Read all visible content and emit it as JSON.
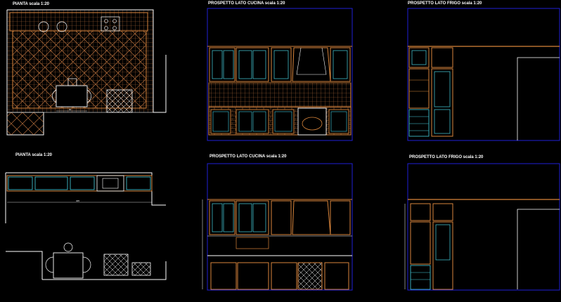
{
  "sheet": {
    "views": [
      {
        "id": "plan_top",
        "title": "PIANTA scala 1:20"
      },
      {
        "id": "elev_kitchen_top",
        "title": "PROSPETTO LATO CUCINA scala 1:20"
      },
      {
        "id": "elev_fridge_top",
        "title": "PROSPETTO LATO FRIGO scala 1:20"
      },
      {
        "id": "plan_bottom",
        "title": "PIANTA scala 1:20"
      },
      {
        "id": "elev_kitchen_bottom",
        "title": "PROSPETTO LATO CUCINA scala 1:20"
      },
      {
        "id": "elev_fridge_bottom",
        "title": "PROSPETTO LATO FRIGO scala 1:20"
      }
    ],
    "colors": {
      "background": "#000000",
      "frame": "#1f1fd6",
      "cabinet": "#d9853b",
      "glass": "#47d1e0",
      "tile": "#b06b3a",
      "wall": "#ffffff",
      "dimension": "#ffffff"
    }
  }
}
